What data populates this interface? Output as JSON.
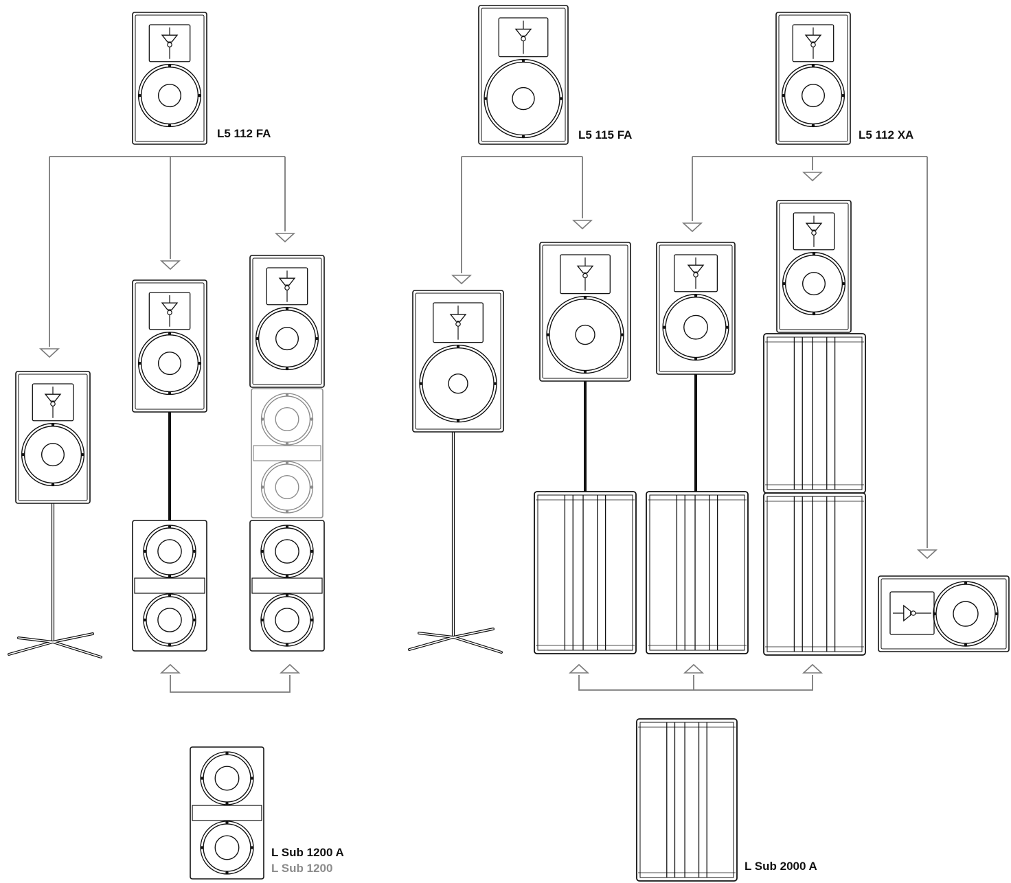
{
  "labels": {
    "l5_112_fa": "L5 112 FA",
    "l5_115_fa": "L5 115 FA",
    "l5_112_xa": "L5 112 XA",
    "l_sub_1200_a": "L Sub 1200 A",
    "l_sub_1200": "L Sub 1200",
    "l_sub_2000_a": "L Sub 2000 A"
  },
  "colors": {
    "outline": "#111111",
    "connector": "#7a7a7a",
    "passive_gray": "#8c8c8c",
    "background": "#ffffff"
  }
}
